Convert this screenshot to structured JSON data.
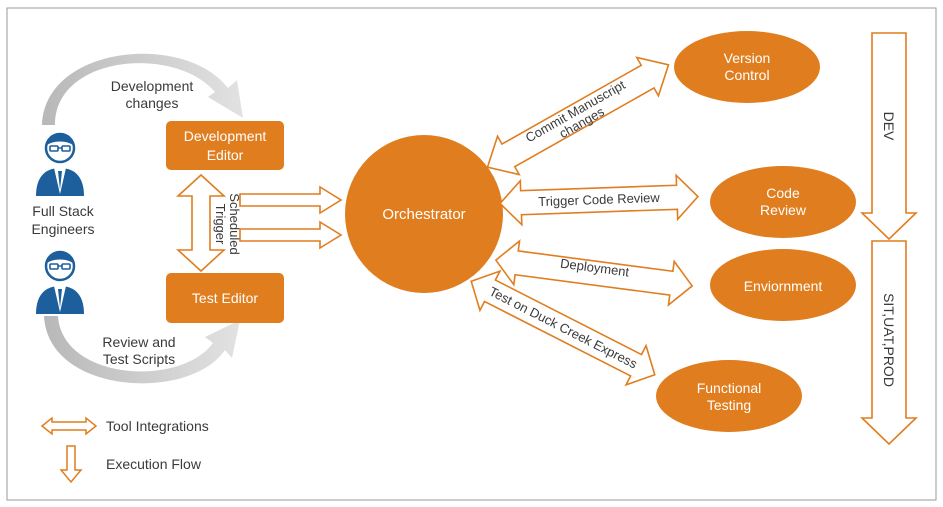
{
  "colors": {
    "accent": "#e07d1f",
    "gray_arrow": "#c9c9c9",
    "frame": "#9a9a9a",
    "text": "#3a3a3a",
    "person_blue": "#1d5f9c"
  },
  "actors": {
    "label_line1": "Full Stack",
    "label_line2": "Engineers",
    "icon": "engineer-person-icon"
  },
  "flows": {
    "dev_changes_1": "Development",
    "dev_changes_2": "changes",
    "review_1": "Review and",
    "review_2": "Test Scripts"
  },
  "nodes": {
    "dev_editor_1": "Development",
    "dev_editor_2": "Editor",
    "test_editor": "Test Editor",
    "orchestrator": "Orchestrator",
    "version_control_1": "Version",
    "version_control_2": "Control",
    "code_review_1": "Code",
    "code_review_2": "Review",
    "environment": "Enviornment",
    "functional_testing_1": "Functional",
    "functional_testing_2": "Testing"
  },
  "links": {
    "scheduled_1": "Scheduled",
    "scheduled_2": "Trigger",
    "commit_1": "Commit Manuscript",
    "commit_2": "changes",
    "trigger_review": "Trigger Code Review",
    "deployment": "Deployment",
    "test_express": "Test on Duck Creek Express"
  },
  "stages": {
    "dev": "DEV",
    "sit": "SIT,UAT,PROD"
  },
  "legend": {
    "tool_integrations": "Tool Integrations",
    "execution_flow": "Execution Flow"
  }
}
